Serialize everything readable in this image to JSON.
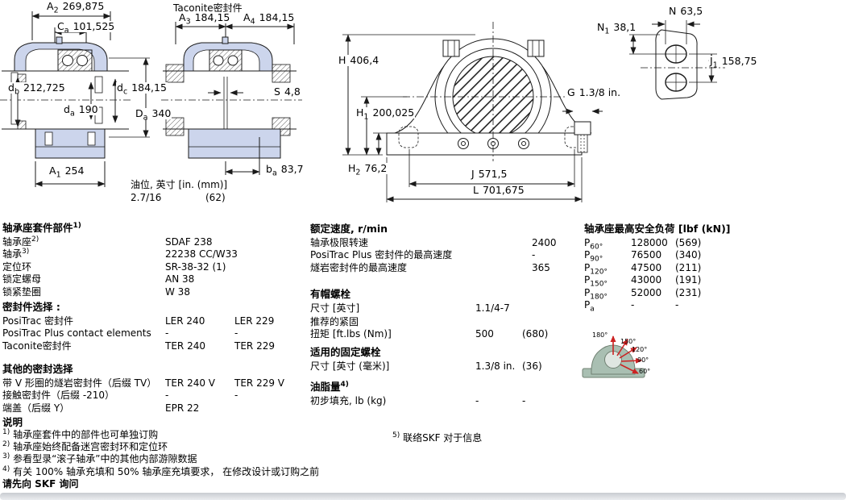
{
  "colors": {
    "drawing_fill": "#ccd5ec",
    "line": "#1a1a1a",
    "red_arrow": "#cc2222",
    "load_housing": "#a9bfb2",
    "scrollbar": "#d4d7db"
  },
  "drawings": {
    "side_section": {
      "A2": {
        "b": "A",
        "s": "2",
        "v": "269,875"
      },
      "Ca": {
        "b": "C",
        "s": "a",
        "v": "101,525"
      },
      "db": {
        "b": "d",
        "s": "b",
        "v": "212,725"
      },
      "dc": {
        "b": "d",
        "s": "c",
        "v": "184,15"
      },
      "da": {
        "b": "d",
        "s": "a",
        "v": "190"
      },
      "Da": {
        "b": "D",
        "s": "a",
        "v": "340"
      },
      "A1": {
        "b": "A",
        "s": "1",
        "v": "254"
      }
    },
    "taconite_section": {
      "title": "Taconite密封件",
      "A3": {
        "b": "A",
        "s": "3",
        "v": "184,15"
      },
      "A4": {
        "b": "A",
        "s": "4",
        "v": "184,15"
      },
      "S": {
        "b": "S",
        "s": "",
        "v": "4,8"
      },
      "ba": {
        "b": "b",
        "s": "a",
        "v": "83,7"
      }
    },
    "oil_level": {
      "label": "油位, 英寸 [in. (mm)]",
      "inch": "2.7/16",
      "mm": "(62)"
    },
    "front_view": {
      "H": {
        "b": "H",
        "s": "",
        "v": "406,4"
      },
      "H1": {
        "b": "H",
        "s": "1",
        "v": "200,025"
      },
      "H2": {
        "b": "H",
        "s": "2",
        "v": "76,2"
      },
      "G": {
        "b": "G",
        "s": "",
        "v": "1.3/8 in."
      },
      "J": {
        "b": "J",
        "s": "",
        "v": "571,5"
      },
      "L": {
        "b": "L",
        "s": "",
        "v": "701,675"
      }
    },
    "bolt_view": {
      "N": {
        "b": "N",
        "s": "",
        "v": "63,5"
      },
      "N1": {
        "b": "N",
        "s": "1",
        "v": "38,1"
      },
      "J1": {
        "b": "J",
        "s": "1",
        "v": "158,75"
      }
    }
  },
  "parts": {
    "heading": {
      "t": "轴承座套件部件",
      "sup": "1)"
    },
    "rows": [
      {
        "label": "轴承座",
        "sup": "2)",
        "v1": "SDAF 238",
        "v2": ""
      },
      {
        "label": "轴承",
        "sup": "3)",
        "v1": "22238 CC/W33",
        "v2": ""
      },
      {
        "label": "定位环",
        "sup": "",
        "v1": "SR-38-32 (1)",
        "v2": ""
      },
      {
        "label": "锁定螺母",
        "sup": "",
        "v1": "AN 38",
        "v2": ""
      },
      {
        "label": "锁紧垫圈",
        "sup": "",
        "v1": "W 38",
        "v2": ""
      }
    ]
  },
  "seals": {
    "heading": "密封件选择 :",
    "rows": [
      {
        "label": "PosiTrac 密封件",
        "v1": "LER 240",
        "v2": "LER 229"
      },
      {
        "label": "PosiTrac Plus contact elements",
        "v1": "-",
        "v2": "-"
      },
      {
        "label": "Taconite密封件",
        "v1": "TER 240",
        "v2": "TER 229"
      }
    ]
  },
  "other_seals": {
    "heading": "其他的密封选择",
    "rows": [
      {
        "label": "带 V 形圈的燧岩密封件（后缀 TV）",
        "v1": "TER 240 V",
        "v2": "TER 229 V"
      },
      {
        "label": "接触密封件（后缀 -210）",
        "v1": "-",
        "v2": "-"
      },
      {
        "label": "端盖（后缀 Y）",
        "v1": "EPR 22",
        "v2": ""
      }
    ]
  },
  "speeds": {
    "heading": "额定速度, r/min",
    "rows": [
      {
        "label": "轴承极限转速",
        "v": "2400"
      },
      {
        "label": "PosiTrac Plus 密封件的最高速度",
        "v": "-"
      },
      {
        "label": "燧岩密封件的最高速度",
        "v": "365"
      }
    ]
  },
  "cap_bolts": {
    "heading": "有帽螺栓",
    "rows": [
      {
        "label": "尺寸 [英寸]",
        "v1": "1.1/4-7",
        "v2": ""
      },
      {
        "label": "推荐的紧固",
        "v1": "",
        "v2": ""
      },
      {
        "label": "扭矩 [ft.lbs (Nm)]",
        "v1": "500",
        "v2": "(680)"
      }
    ]
  },
  "fix_bolts": {
    "heading": "适用的固定螺栓",
    "rows": [
      {
        "label": "尺寸 [英寸 (毫米)]",
        "v1": "1.3/8 in.",
        "v2": "(36)"
      }
    ]
  },
  "grease": {
    "heading": {
      "t": "油脂量",
      "sup": "4)"
    },
    "rows": [
      {
        "label": "初步填充, lb (kg)",
        "v1": "-",
        "v2": "-"
      }
    ]
  },
  "loads": {
    "heading": "轴承座最高安全负荷 [lbf (kN)]",
    "rows": [
      {
        "b": "P",
        "s": "60°",
        "v1": "128000",
        "v2": "(569)"
      },
      {
        "b": "P",
        "s": "90°",
        "v1": "76500",
        "v2": "(340)"
      },
      {
        "b": "P",
        "s": "120°",
        "v1": "47500",
        "v2": "(211)"
      },
      {
        "b": "P",
        "s": "150°",
        "v1": "43000",
        "v2": "(191)"
      },
      {
        "b": "P",
        "s": "180°",
        "v1": "52000",
        "v2": "(231)"
      },
      {
        "b": "P",
        "s": "a",
        "v1": "-",
        "v2": "-"
      }
    ],
    "angles": [
      "180°",
      "150°",
      "120°",
      "90°",
      "60°"
    ]
  },
  "footnote5": {
    "sup": "5)",
    "text": "联络SKF 对于信息"
  },
  "notes": {
    "heading": "说明",
    "items": [
      {
        "sup": "1)",
        "text": "轴承座套件中的部件也可单独订购"
      },
      {
        "sup": "2)",
        "text": "轴承座始终配备迷宫密封环和定位环"
      },
      {
        "sup": "3)",
        "text": "参看型录“滚子轴承”中的其他内部游隙数据"
      },
      {
        "sup": "4)",
        "text": "有关 100% 轴承充填和 50% 轴承座充填要求， 在修改设计或订购之前"
      }
    ],
    "footer": "请先向 SKF 询问"
  }
}
